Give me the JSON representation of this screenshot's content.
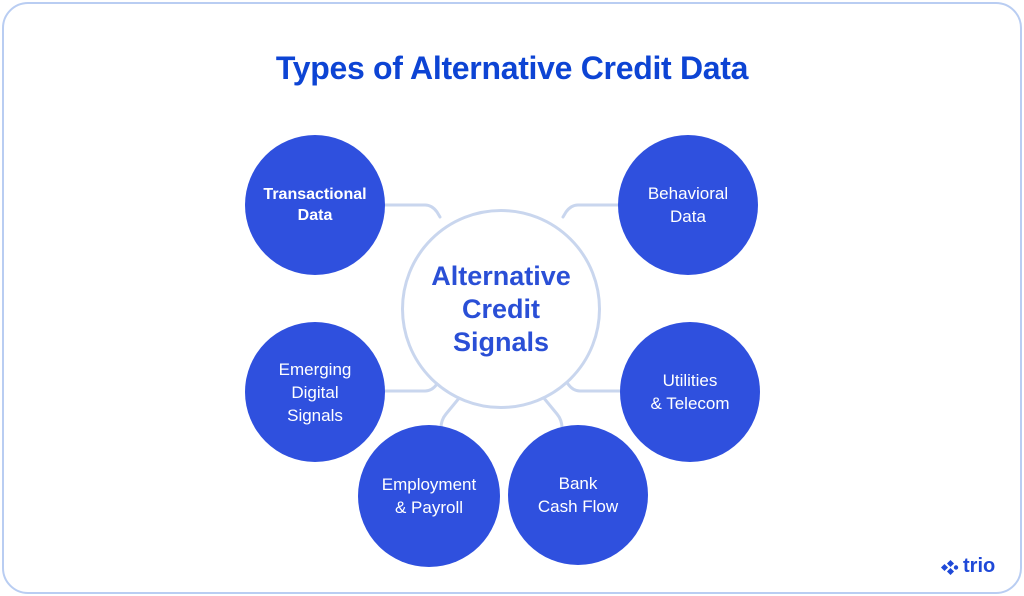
{
  "title": "Types of Alternative Credit Data",
  "center": {
    "label": "Alternative\nCredit\nSignals"
  },
  "nodes": [
    {
      "id": "transactional",
      "label": "Transactional\nData"
    },
    {
      "id": "behavioral",
      "label": "Behavioral\nData"
    },
    {
      "id": "emerging",
      "label": "Emerging\nDigital\nSignals"
    },
    {
      "id": "utilities",
      "label": "Utilities\n& Telecom"
    },
    {
      "id": "employment",
      "label": "Employment\n& Payroll"
    },
    {
      "id": "bank",
      "label": "Bank\nCash Flow"
    }
  ],
  "logo": {
    "text": "trio",
    "icon": "trio-logo-icon"
  },
  "colors": {
    "node_fill": "#2f50de",
    "title": "#0d44d4",
    "connector": "#c9d6ee",
    "frame_border": "#b9cdf2"
  }
}
